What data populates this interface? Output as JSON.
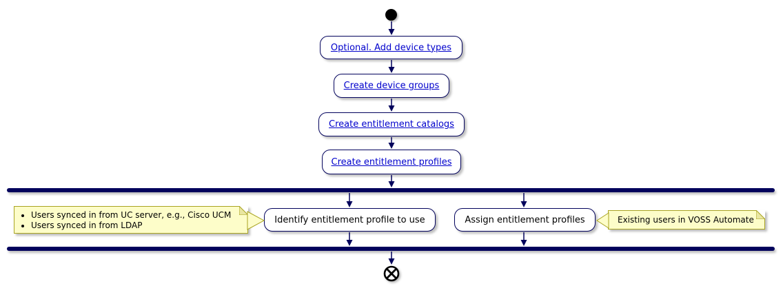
{
  "flow": {
    "start_node": "start",
    "end_node": "flow-final",
    "steps": [
      {
        "label": "Optional. Add device types",
        "is_link": true
      },
      {
        "label": "Create device groups",
        "is_link": true
      },
      {
        "label": "Create entitlement catalogs",
        "is_link": true
      },
      {
        "label": "Create entitlement profiles",
        "is_link": true
      }
    ],
    "parallel": {
      "left": {
        "label": "Identify entitlement profile to use"
      },
      "right": {
        "label": "Assign entitlement profiles"
      }
    },
    "notes": {
      "left": {
        "items": [
          "Users synced in from UC server, e.g., Cisco UCM",
          "Users synced in from LDAP"
        ]
      },
      "right": {
        "text": "Existing users in VOSS Automate"
      }
    },
    "colors": {
      "node_border": "#02025C",
      "bar": "#02025C",
      "link_text": "#0000CC",
      "note_background": "#FDFDC9",
      "note_border": "#A9A421",
      "activity_text": "#000000"
    }
  }
}
